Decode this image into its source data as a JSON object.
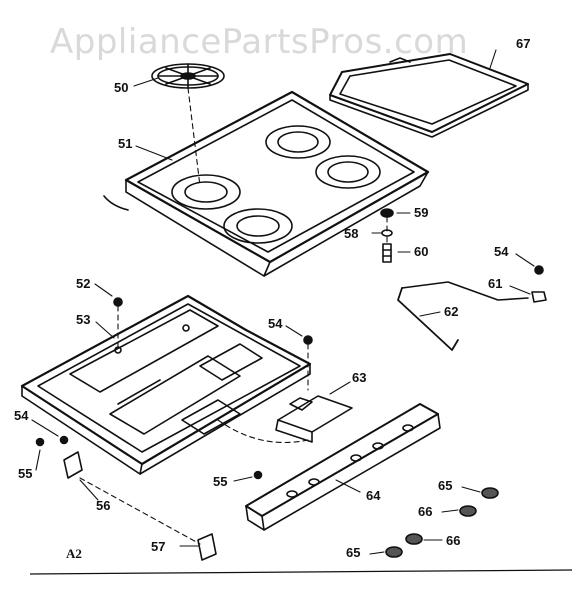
{
  "watermark": "AppliancePartsPros.com",
  "corner_code": "A2",
  "callouts": {
    "c50": "50",
    "c51": "51",
    "c52": "52",
    "c53": "53",
    "c54a": "54",
    "c54b": "54",
    "c54c": "54",
    "c55a": "55",
    "c55b": "55",
    "c56": "56",
    "c57": "57",
    "c58": "58",
    "c59": "59",
    "c60": "60",
    "c61": "61",
    "c62": "62",
    "c63": "63",
    "c64": "64",
    "c65a": "65",
    "c65b": "65",
    "c66a": "66",
    "c66b": "66",
    "c67": "67"
  }
}
